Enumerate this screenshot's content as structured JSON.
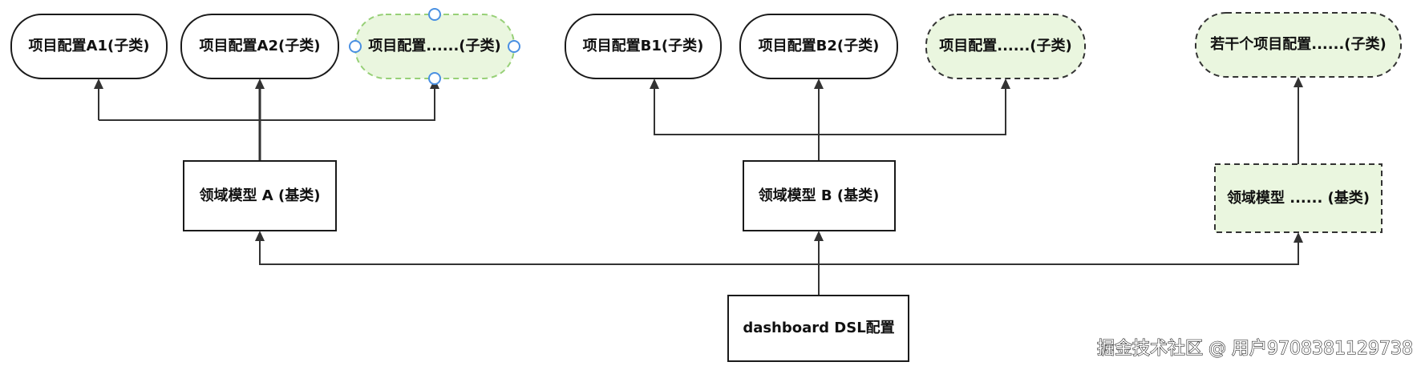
{
  "nodes": {
    "a1": "项目配置A1(子类)",
    "a2": "项目配置A2(子类)",
    "a_more": "项目配置......(子类)",
    "b1": "项目配置B1(子类)",
    "b2": "项目配置B2(子类)",
    "b_more": "项目配置......(子类)",
    "more_more": "若干个项目配置......(子类)",
    "model_a": "领域模型 A (基类)",
    "model_b": "领域模型 B (基类)",
    "model_more": "领域模型 ...... (基类)",
    "root": "dashboard DSL配置"
  },
  "watermark": "掘金技术社区 @ 用户9708381129738",
  "colors": {
    "line": "#333333",
    "dashed_fill": "#eaf6df",
    "selected_stroke": "#97d077",
    "handle": "#4a90e2"
  }
}
